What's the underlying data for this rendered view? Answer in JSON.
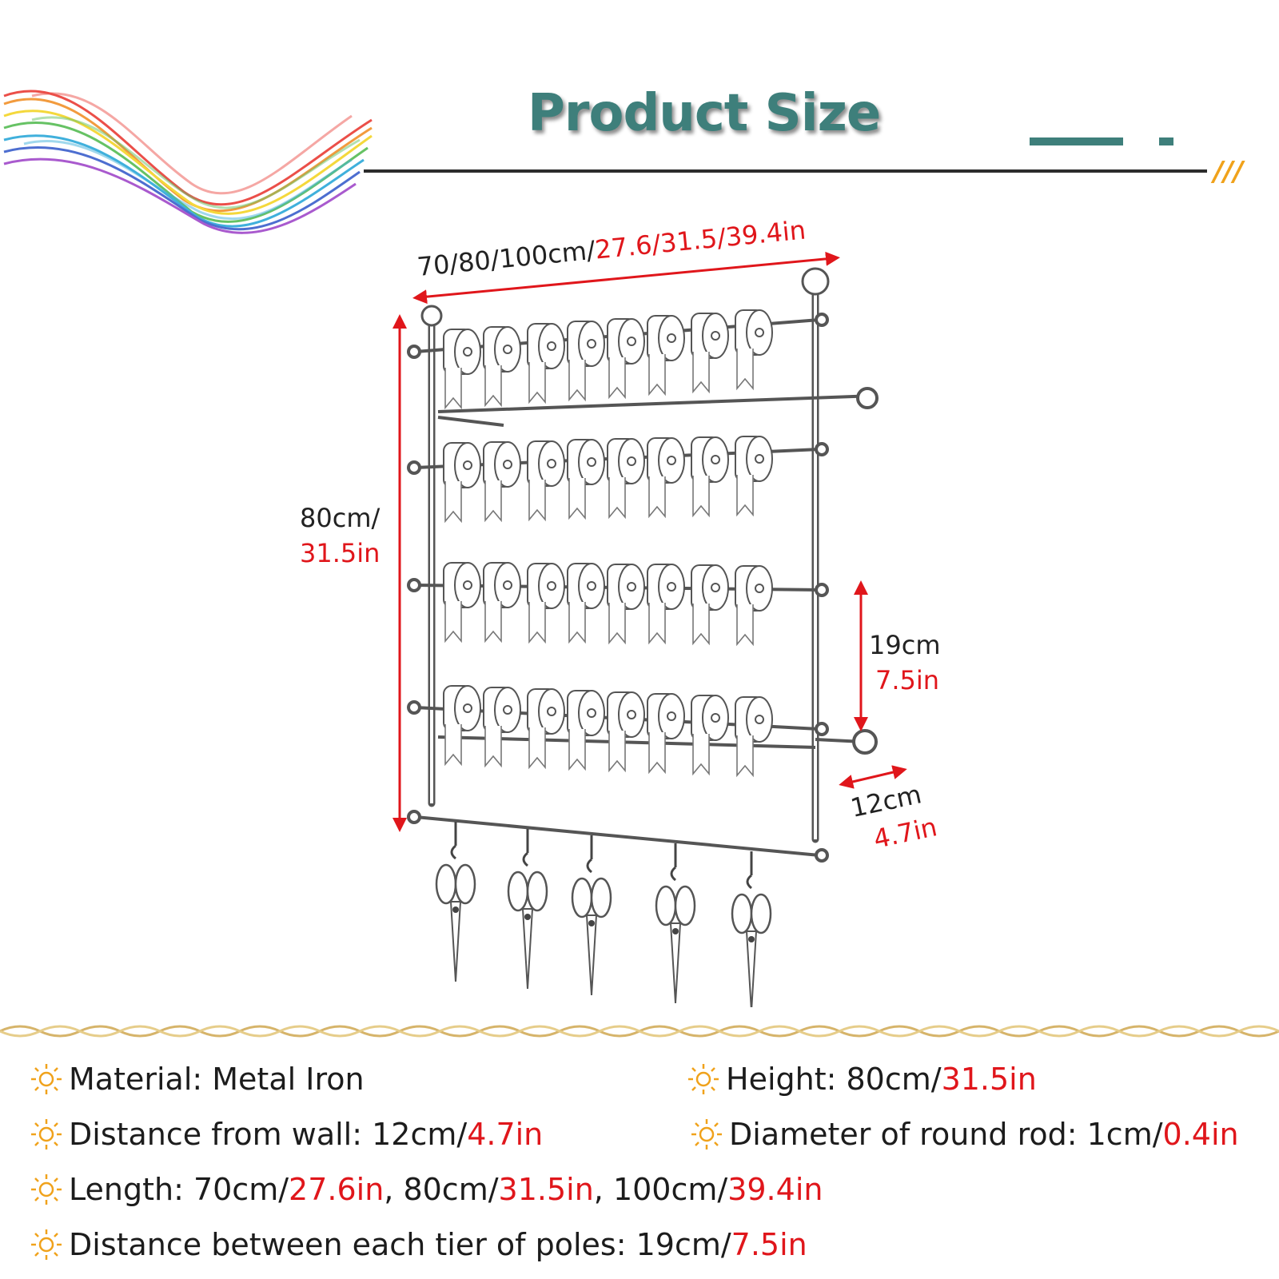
{
  "header": {
    "title": "Product Size",
    "slash_mark": "///"
  },
  "dimensions": {
    "width_metric": "70/80/100cm/",
    "width_imperial": "27.6/31.5/39.4in",
    "height_metric": "80cm/",
    "height_imperial": "31.5in",
    "tier_metric": "19cm",
    "tier_imperial": "7.5in",
    "depth_metric": "12cm",
    "depth_imperial": "4.7in"
  },
  "specs": {
    "material": "Material: Metal Iron",
    "height_label": "Height: 80cm/",
    "height_in": "31.5in",
    "distance_label": "Distance from wall: 12cm/",
    "distance_in": "4.7in",
    "diameter_label": "Diameter of round rod: 1cm/",
    "diameter_in": "0.4in",
    "length_label": "Length: 70cm/",
    "length_in1": "27.6in",
    "length_mid1": ", 80cm/",
    "length_in2": "31.5in",
    "length_mid2": ", 100cm/",
    "length_in3": "39.4in",
    "tier_label": "Distance between each tier of poles: 19cm/",
    "tier_in": "7.5in"
  },
  "colors": {
    "title": "#3e7f7b",
    "imperial": "#e0161b",
    "accent": "#f0a21b",
    "sun_icon": "#f0a21b"
  }
}
